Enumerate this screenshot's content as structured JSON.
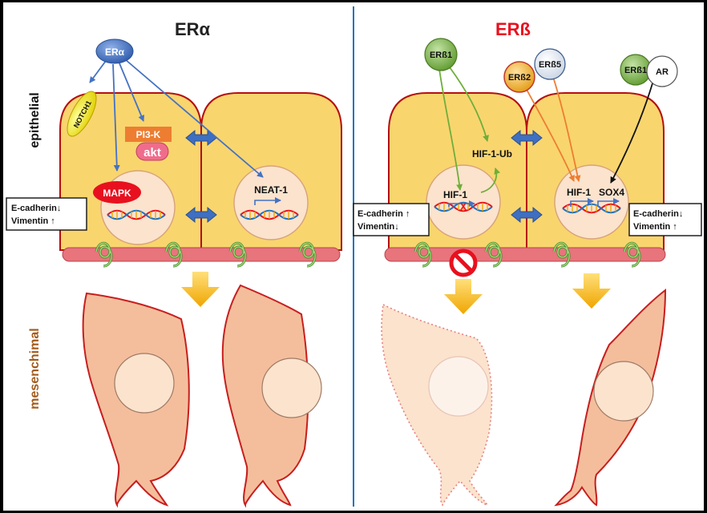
{
  "panels": {
    "left_title": "ERα",
    "right_title": "ERß"
  },
  "side_labels": {
    "epithelial": "epithelial",
    "mesenchimal": "mesenchimal"
  },
  "left": {
    "era_node": "ERα",
    "notch1": "NOTCH1",
    "pi3k": "PI3-K",
    "akt": "akt",
    "mapk": "MAPK",
    "neat1": "NEAT-1",
    "marker_line1": "E-cadherin↓",
    "marker_line2": "Vimentin ↑"
  },
  "right": {
    "erb1_node": "ERß1",
    "erb2_node": "ERß2",
    "erb5_node": "ERß5",
    "erb1_ar_node": "ERß1",
    "ar_node": "AR",
    "hif1_ub": "HIF-1-Ub",
    "hif1_left": "HIF-1",
    "x_mark": "X",
    "hif1_right": "HIF-1",
    "sox4": "SOX4",
    "marker_left_line1": "E-cadherin ↑",
    "marker_left_line2": "Vimentin↓",
    "marker_right_line1": "E-cadherin↓",
    "marker_right_line2": "Vimentin ↑"
  },
  "colors": {
    "cell_fill": "#F9D56E",
    "cell_stroke": "#B40F0F",
    "divider": "#1E73BE",
    "era_blue": "#4472C4",
    "erb1_green": "#6FAE3A",
    "orange_arrow": "#ED7D31",
    "mapk_red": "#E8101E",
    "akt_pink": "#F06C8C",
    "pi3k_orange": "#ED7D31",
    "membrane": "#E8747C",
    "mesenchymal_fill": "#F4BE9C",
    "label_brown": "#A35A1B",
    "erb_title_red": "#E8101E"
  }
}
